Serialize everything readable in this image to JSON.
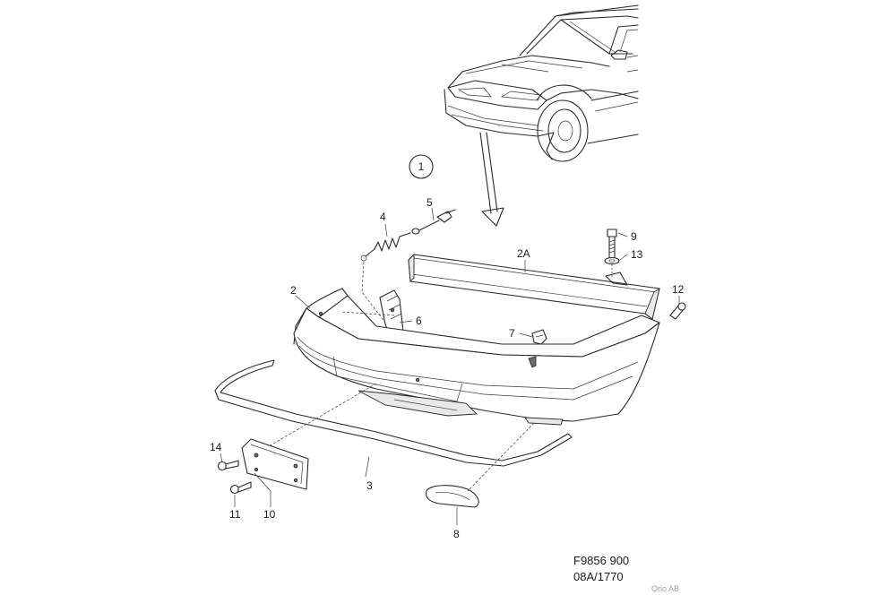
{
  "diagram": {
    "callout": "1",
    "labels": {
      "p2": "2",
      "p2a": "2A",
      "p3": "3",
      "p4": "4",
      "p5": "5",
      "p6": "6",
      "p7": "7",
      "p8": "8",
      "p9": "9",
      "p10": "10",
      "p11": "11",
      "p12": "12",
      "p13": "13",
      "p14": "14"
    },
    "figure_code": "F9856 900",
    "figure_date": "08A/1770",
    "credit": "Orio AB"
  }
}
